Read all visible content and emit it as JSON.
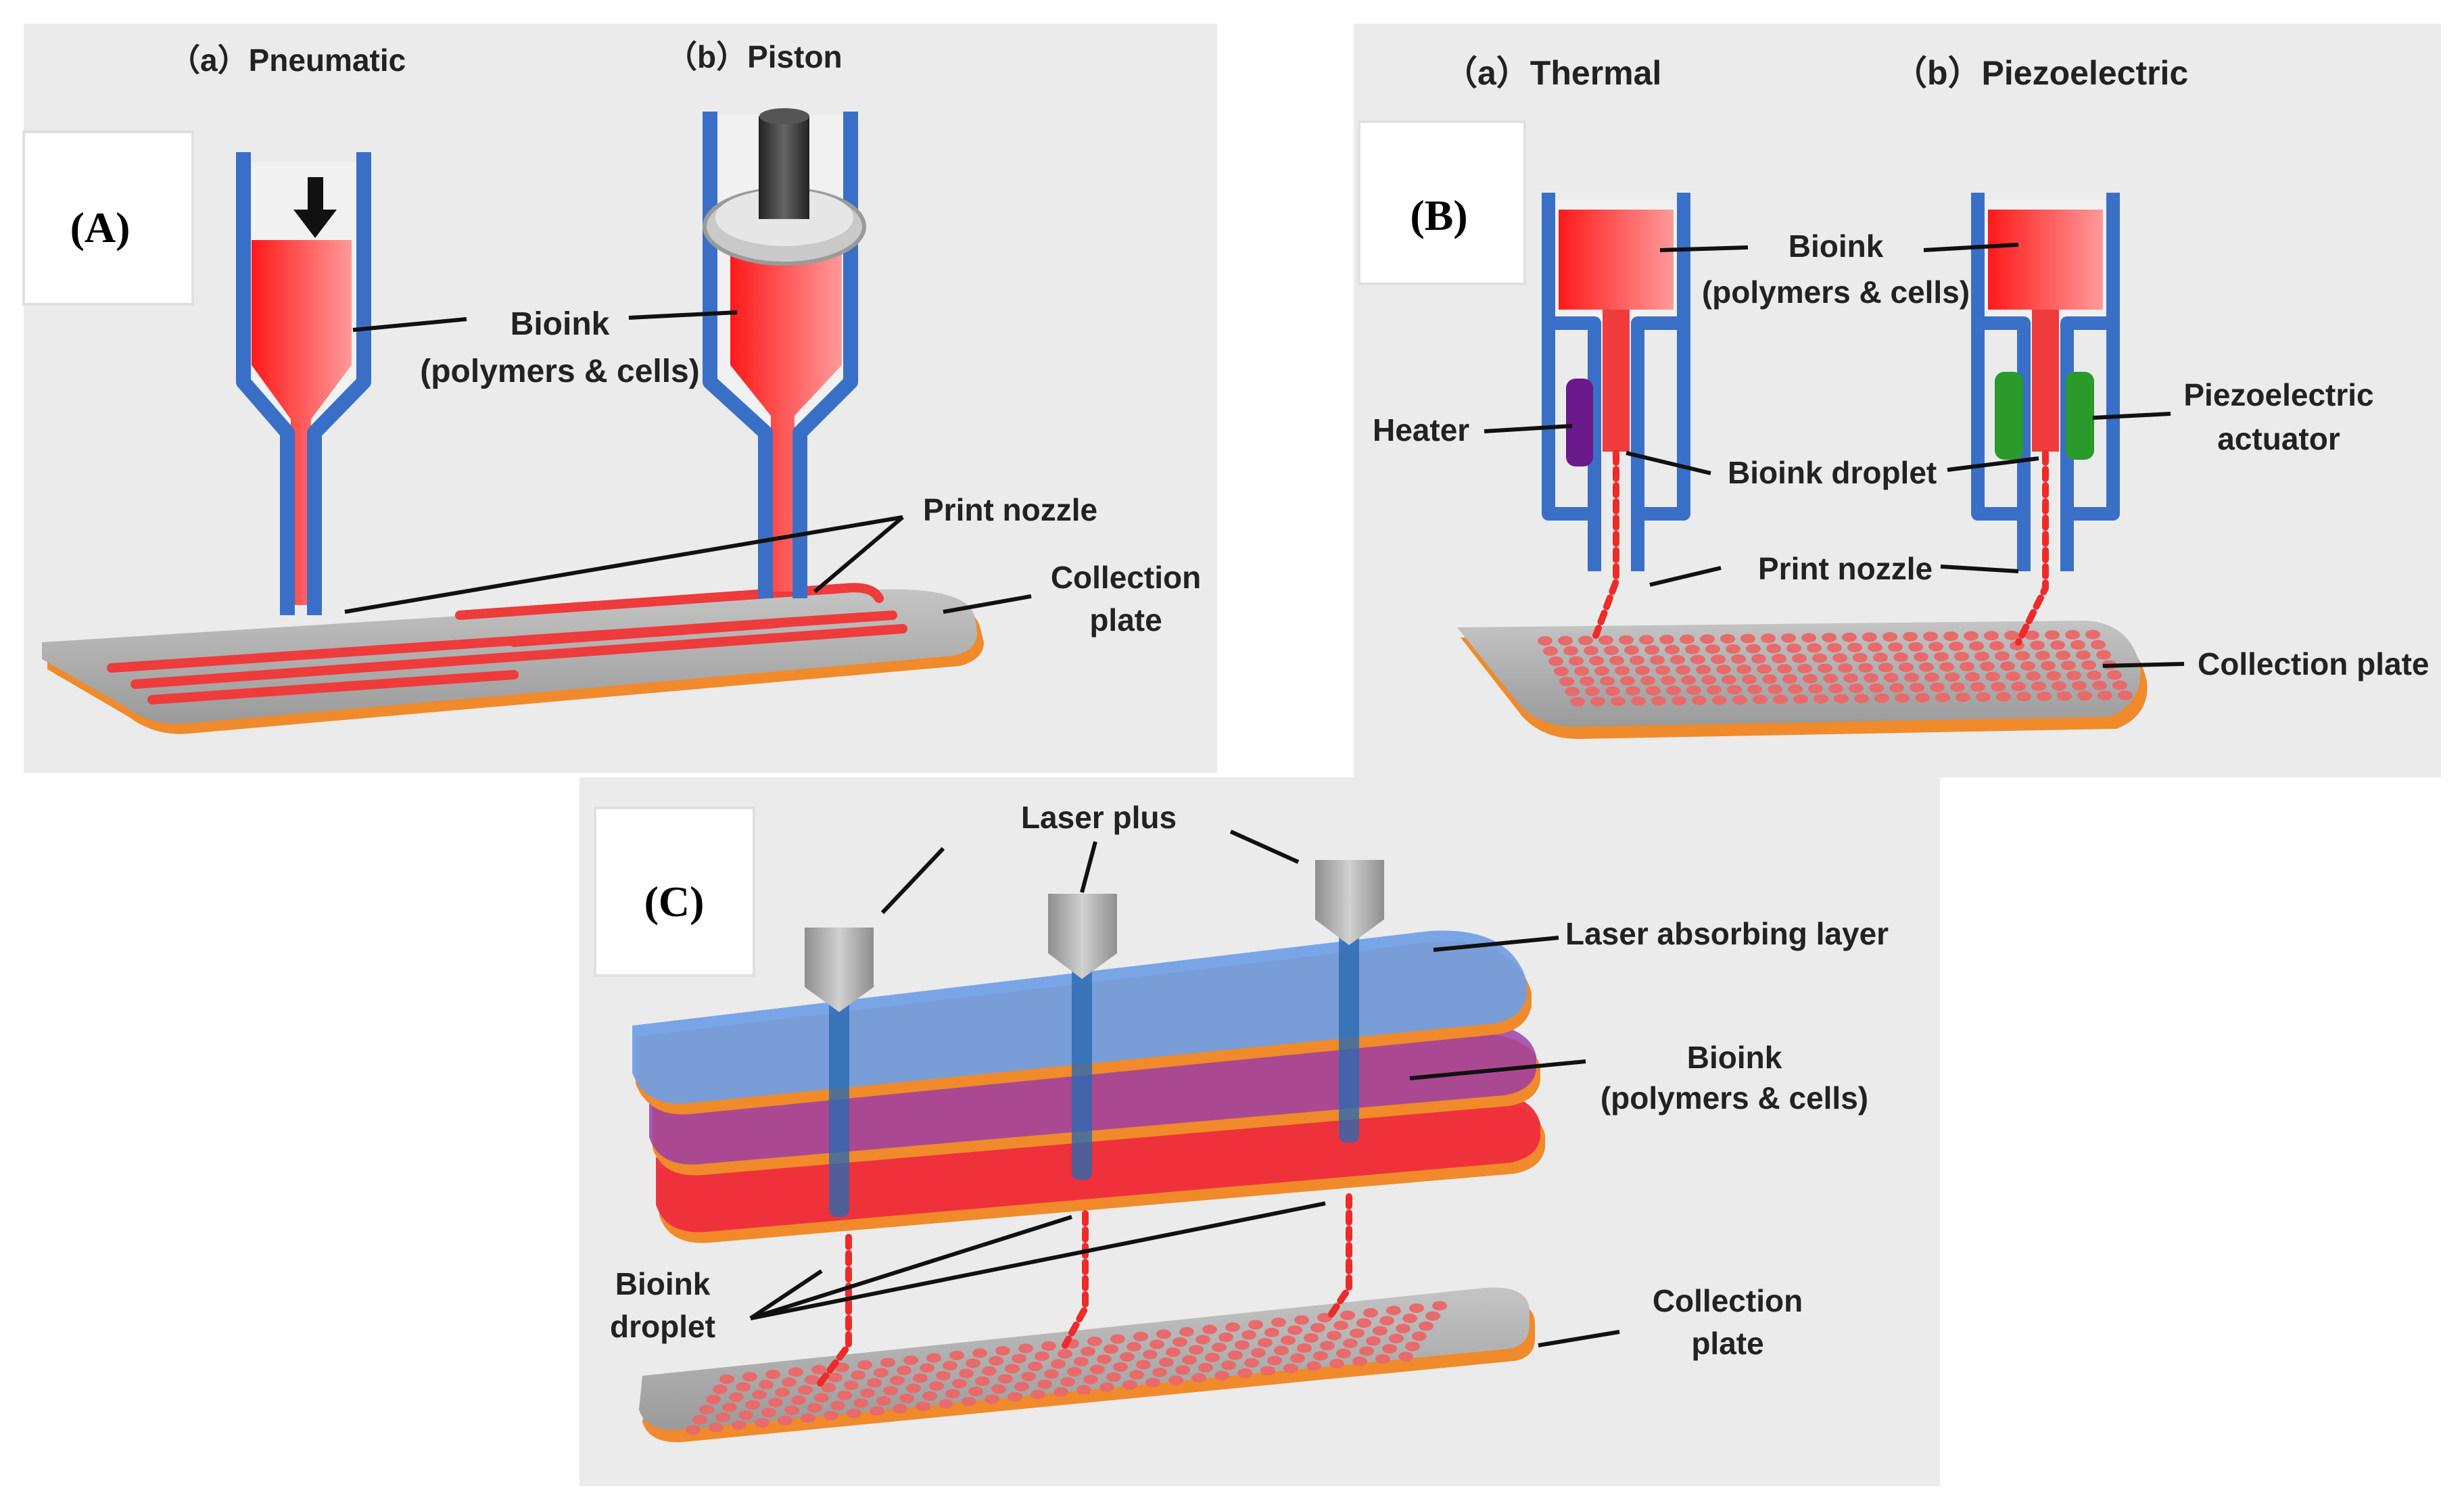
{
  "colors": {
    "panel_bg": "#ebebeb",
    "tube_blue": "#4a7fd0",
    "bioink_red": "#ee2222",
    "plate_gray": "#b4b4b4",
    "plate_edge": "#f08a2a",
    "heater_purple": "#6a1a8a",
    "actuator_green": "#2a9a2a",
    "laser_layer_blue": "#6f9ee6",
    "bioink_layer_purple": "#9a3aa8",
    "collection_layer_red": "#ee2c3c"
  },
  "panel_a": {
    "label": "(A)",
    "title_pneumatic": "（a）Pneumatic",
    "title_piston": "（b）Piston",
    "bioink_line1": "Bioink",
    "bioink_line2": "(polymers & cells)",
    "print_nozzle": "Print nozzle",
    "collection_line1": "Collection",
    "collection_line2": "plate"
  },
  "panel_b": {
    "label": "(B)",
    "title_thermal": "（a）Thermal",
    "title_piezo": "（b）Piezoelectric",
    "bioink_line1": "Bioink",
    "bioink_line2": "(polymers & cells)",
    "heater": "Heater",
    "droplet": "Bioink droplet",
    "piezo_line1": "Piezoelectric",
    "piezo_line2": "actuator",
    "print_nozzle": "Print nozzle",
    "collection": "Collection plate"
  },
  "panel_c": {
    "label": "(C)",
    "laser": "Laser plus",
    "absorbing": "Laser absorbing layer",
    "bioink_line1": "Bioink",
    "bioink_line2": "(polymers & cells)",
    "droplet_line1": "Bioink",
    "droplet_line2": "droplet",
    "collection_line1": "Collection",
    "collection_line2": "plate"
  }
}
